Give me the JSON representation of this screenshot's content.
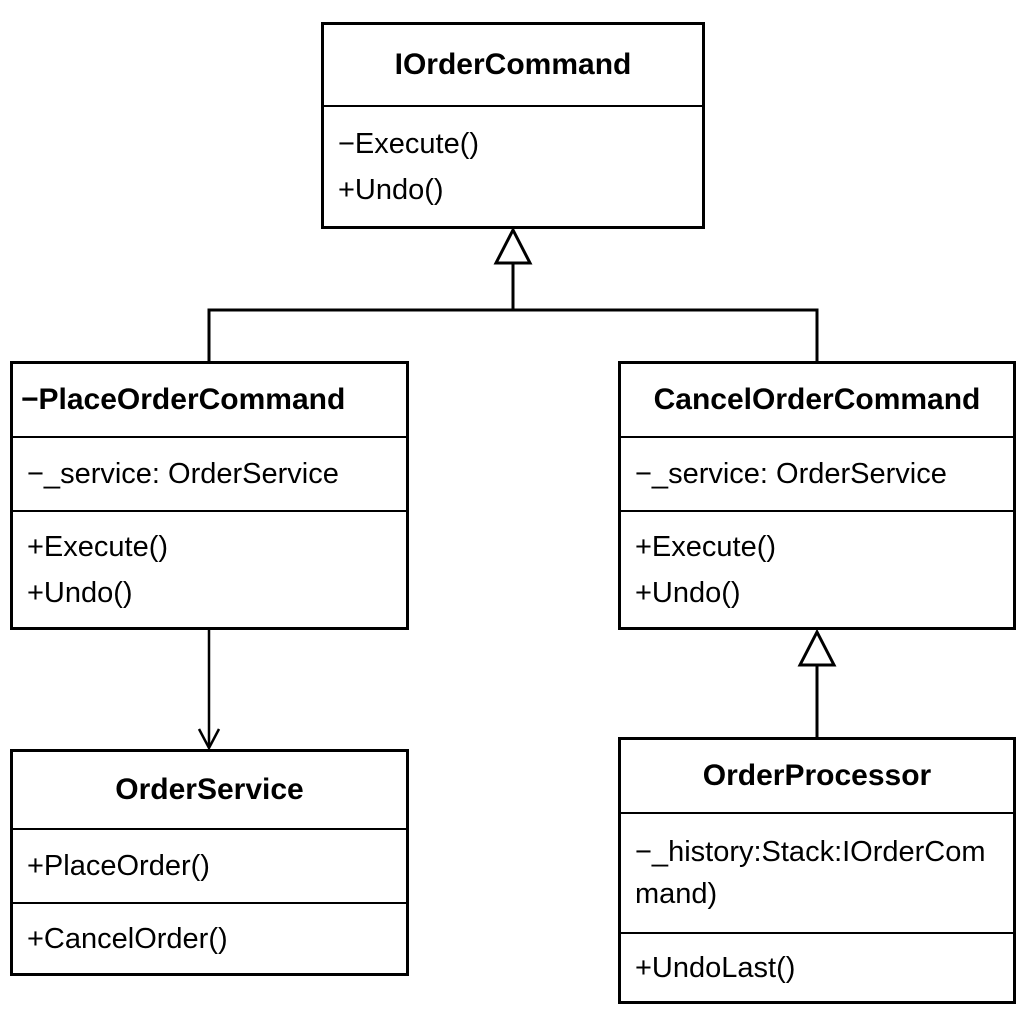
{
  "classes": {
    "i_order_command": {
      "name": "IOrderCommand",
      "methods": [
        "−Execute()",
        "+Undo()"
      ]
    },
    "place_order_command": {
      "name": "−PlaceOrderCommand",
      "attributes": [
        "−_service: OrderService"
      ],
      "methods": [
        "+Execute()",
        "+Undo()"
      ]
    },
    "cancel_order_command": {
      "name": "CancelOrderCommand",
      "attributes": [
        "−_service: OrderService"
      ],
      "methods": [
        "+Execute()",
        "+Undo()"
      ]
    },
    "order_service": {
      "name": "OrderService",
      "methods_a": [
        "+PlaceOrder()"
      ],
      "methods_b": [
        "+CancelOrder()"
      ]
    },
    "order_processor": {
      "name": "OrderProcessor",
      "attributes": [
        "−_history:Stack:IOrderCommand)"
      ],
      "methods": [
        "+UndoLast()"
      ]
    }
  },
  "relations": [
    {
      "type": "generalization",
      "from": "PlaceOrderCommand",
      "to": "IOrderCommand"
    },
    {
      "type": "generalization",
      "from": "CancelOrderCommand",
      "to": "IOrderCommand"
    },
    {
      "type": "association",
      "from": "PlaceOrderCommand",
      "to": "OrderService"
    },
    {
      "type": "generalization",
      "from": "OrderProcessor",
      "to": "CancelOrderCommand"
    }
  ],
  "colors": {
    "stroke": "#000000",
    "background": "#ffffff"
  }
}
